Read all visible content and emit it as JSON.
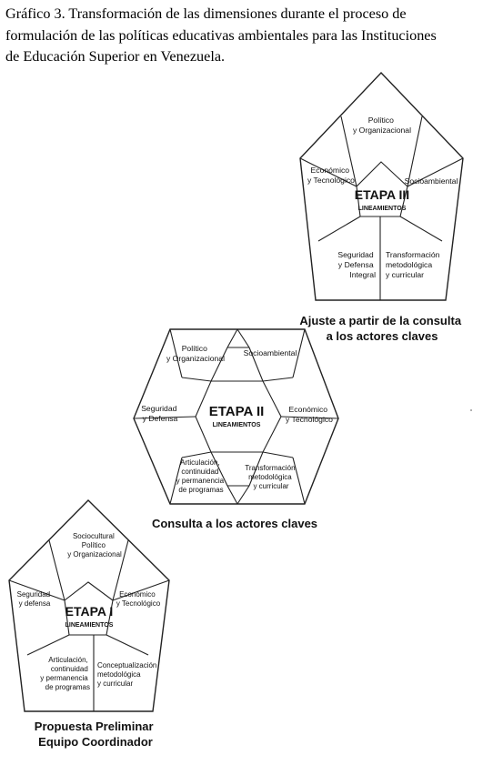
{
  "caption": {
    "line1": "Gráfico 3. Transformación de las dimensiones durante el proceso de",
    "line2": "formulación  de  las políticas educativas ambientales para las Instituciones",
    "line3": "de Educación Superior en Venezuela."
  },
  "stage3": {
    "title": "ETAPA III",
    "subtitle": "LINEAMIENTOS",
    "top": [
      "Político",
      "y Organizacional"
    ],
    "left": [
      "Económico",
      "y Tecnológico"
    ],
    "right": [
      "Socioambiental"
    ],
    "bottom_left": [
      "Seguridad",
      "y Defensa",
      "Integral"
    ],
    "bottom_right": [
      "Transformación",
      "metodológica",
      "y curricular"
    ],
    "caption": [
      "Ajuste a partir de la consulta",
      "a los actores claves"
    ]
  },
  "stage2": {
    "title": "ETAPA II",
    "subtitle": "LINEAMIENTOS",
    "top_left": [
      "Político",
      "y Organizacional"
    ],
    "top_right": [
      "Socioambiental"
    ],
    "left": [
      "Seguridad",
      "y Defensa"
    ],
    "right": [
      "Económico",
      "y Tecnológico"
    ],
    "bottom_left": [
      "Articulación,",
      "continuidad",
      "y permanencia",
      "de programas"
    ],
    "bottom_right": [
      "Transformación",
      "metodológica",
      "y curricular"
    ],
    "caption": [
      "Consulta a los actores claves"
    ]
  },
  "stage1": {
    "title": "ETAPA I",
    "subtitle": "LINEAMIENTOS",
    "top": [
      "Sociocultural",
      "Político",
      "y Organizacional"
    ],
    "left": [
      "Seguridad",
      "y defensa"
    ],
    "right": [
      "Económico",
      "y Tecnológico"
    ],
    "bottom_left": [
      "Articulación,",
      "continuidad",
      "y permanencia",
      "de programas"
    ],
    "bottom_right": [
      "Conceptualización",
      "metodológica",
      "y curricular"
    ],
    "caption": [
      "Propuesta Preliminar",
      "Equipo Coordinador"
    ]
  }
}
